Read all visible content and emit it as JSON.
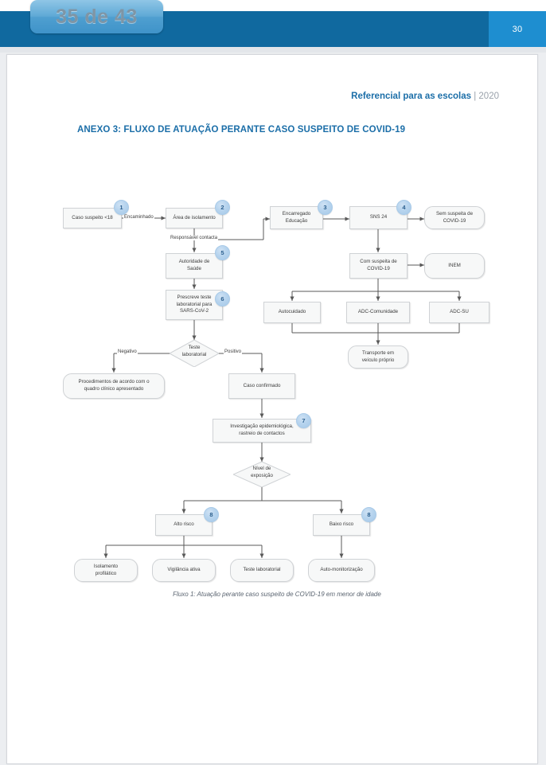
{
  "viewer": {
    "tooltip": "35 de 43",
    "page_number": "30",
    "toolbar_color": "#10699f",
    "page_badge_color": "#1e8ed0"
  },
  "document": {
    "running_head": "Referencial para as escolas",
    "running_head_separator": " | ",
    "year": "2020",
    "title": "ANEXO 3: FLUXO DE ATUAÇÃO PERANTE CASO SUSPEITO DE COVID-19",
    "caption": "Fluxo 1: Atuação perante caso suspeito de COVID-19 em menor de idade",
    "accent_color": "#1b6ea8"
  },
  "flow": {
    "nodes": {
      "caso_suspeito": "Caso suspeito <18",
      "area_isolamento": "Área de isolamento",
      "encarregado": "Encarregado\nEducação",
      "sns24": "SNS 24",
      "sem_suspeita": "Sem suspeita de\nCOVID-19",
      "com_suspeita": "Com suspeita de\nCOVID-19",
      "inem": "INEM",
      "autoridade_saude": "Autoridade de\nSaúde",
      "prescreve_teste": "Prescreve teste\nlaboratorial para\nSARS-CoV-2",
      "autocuidado": "Autocuidado",
      "adc_comunidade": "ADC-Comunidade",
      "adc_su": "ADC-SU",
      "transporte": "Transporte em\nveículo próprio",
      "teste_laboratorial_decision": "Teste\nlaboratorial",
      "procedimentos": "Procedimentos de acordo com o\nquadro clínico apresentado",
      "caso_confirmado": "Caso confirmado",
      "investigacao": "Investigação epidemiológica,\nrastreio de contactos",
      "nivel_exposicao": "Nível de\nexposição",
      "alto_risco": "Alto risco",
      "baixo_risco": "Baixo risco",
      "isolamento_profilatico": "Isolamento\nprofilático",
      "vigilancia_ativa": "Vigilância ativa",
      "teste_laboratorial_action": "Teste laboratorial",
      "auto_monitorizacao": "Auto-monitorização"
    },
    "edge_labels": {
      "encaminhado": "Encaminhado",
      "responsavel_contacta": "Responsável contacta",
      "negativo": "Negativo",
      "positivo": "Positivo"
    },
    "badges": [
      "1",
      "2",
      "3",
      "4",
      "5",
      "6",
      "7",
      "8",
      "8"
    ],
    "node_fill": "#f7f8f8",
    "node_border": "#cfd2d5",
    "badge_color": "#a6c9e8"
  }
}
